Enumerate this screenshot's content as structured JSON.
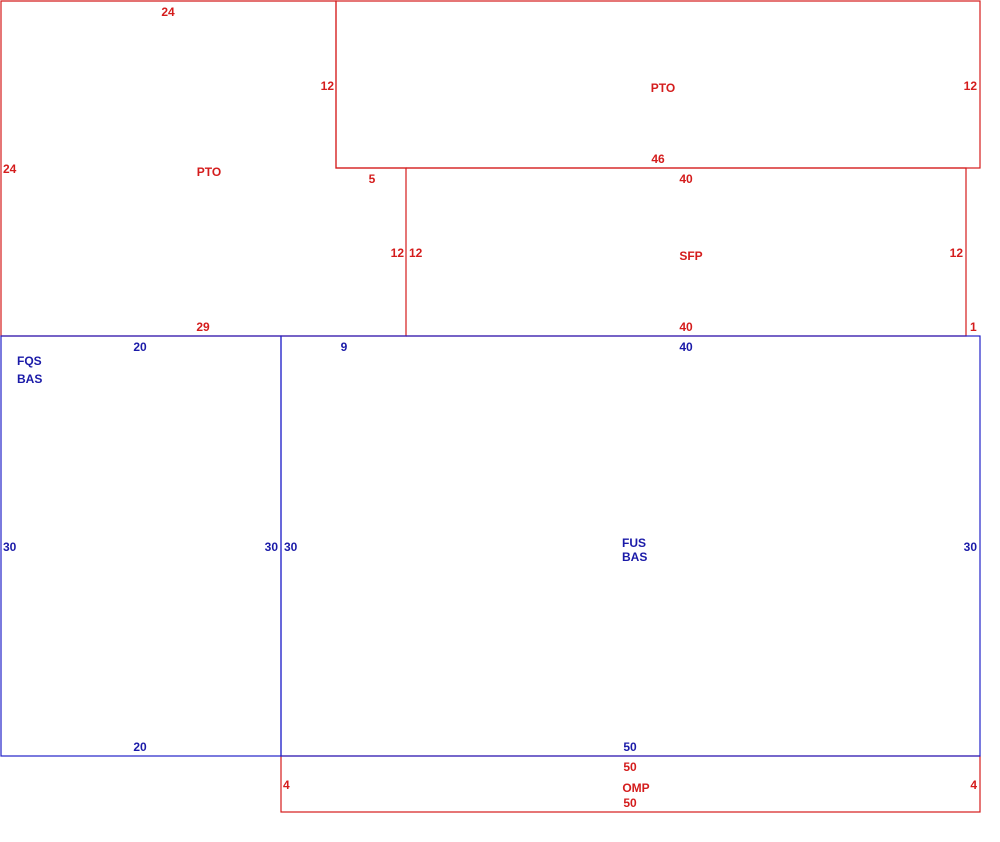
{
  "colors": {
    "red": "#d41c1c",
    "blue": "#1a1aa8"
  },
  "areas": {
    "pto_left": {
      "name": "PTO",
      "top": "24",
      "left": "24",
      "right_upper": "12",
      "step": "5",
      "right_lower": "12",
      "bottom": "29"
    },
    "pto_top": {
      "name": "PTO",
      "right": "12",
      "bottom": "46"
    },
    "sfp": {
      "name": "SFP",
      "top": "40",
      "left": "12",
      "right": "12",
      "bottom": "40",
      "corner": "1"
    },
    "fqs_bas": {
      "name_line1": "FQS",
      "name_line2": "BAS",
      "top": "20",
      "left": "30",
      "right": "30",
      "bottom": "20"
    },
    "fus_bas": {
      "name_line1": "FUS",
      "name_line2": "BAS",
      "top_left": "9",
      "top": "40",
      "left": "30",
      "right": "30",
      "bottom": "50"
    },
    "omp": {
      "name": "OMP",
      "top": "50",
      "left": "4",
      "right": "4",
      "bottom": "50"
    }
  }
}
